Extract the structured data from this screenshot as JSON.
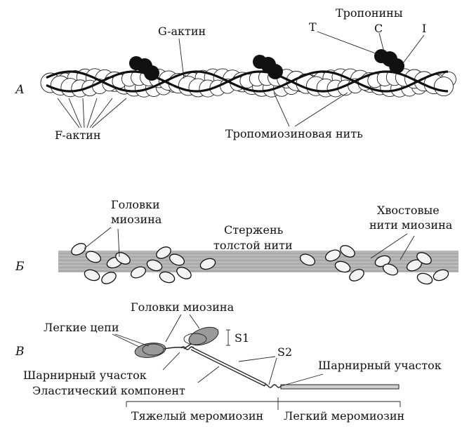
{
  "panels": {
    "a": {
      "letter": "А",
      "labels": {
        "g_actin": "G-актин",
        "troponins": "Тропонины",
        "t": "T",
        "c": "C",
        "i": "I",
        "f_actin": "F-актин",
        "tropomyosin": "Тропомиозиновая нить"
      }
    },
    "b": {
      "letter": "Б",
      "labels": {
        "heads_1": "Головки",
        "heads_2": "миозина",
        "rod_1": "Стержень",
        "rod_2": "толстой нити",
        "tails_1": "Хвостовые",
        "tails_2": "нити миозина"
      }
    },
    "c": {
      "letter": "В",
      "labels": {
        "heads": "Головки миозина",
        "light_chains": "Легкие цепи",
        "s1": "S1",
        "s2": "S2",
        "hinge_left": "Шарнирный участок",
        "elastic": "Эластический компонент",
        "hinge_right": "Шарнирный участок",
        "heavy_meromyosin": "Тяжелый меромиозин",
        "light_meromyosin": "Легкий меромиозин"
      }
    }
  }
}
